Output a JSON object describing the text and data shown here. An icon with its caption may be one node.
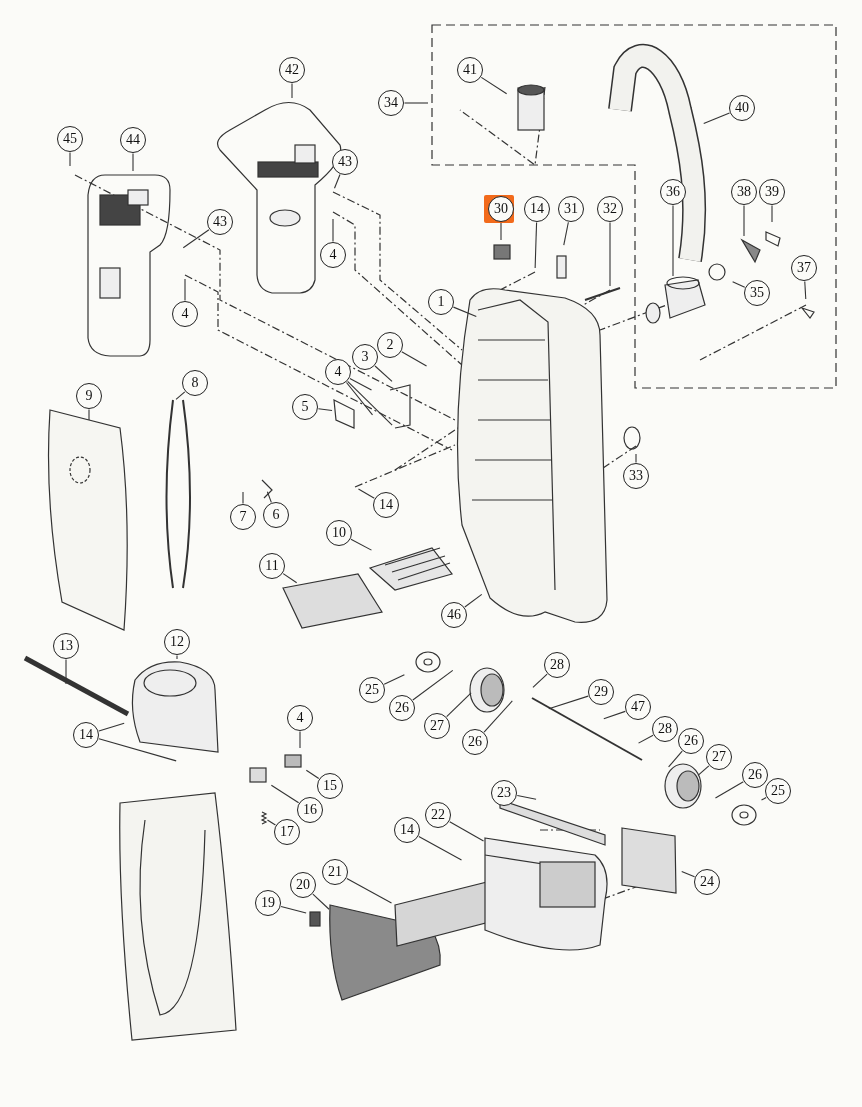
{
  "diagram": {
    "nodes": [
      {
        "text": [
          "45"
        ]
      },
      {
        "text": [
          "44"
        ]
      },
      {
        "text": [
          "43"
        ]
      },
      {
        "text": [
          "4"
        ]
      },
      {
        "text": [
          "42"
        ]
      },
      {
        "text": [
          "43"
        ]
      },
      {
        "text": [
          "4"
        ]
      },
      {
        "text": [
          "34"
        ]
      },
      {
        "text": [
          "41"
        ]
      },
      {
        "text": [
          "40"
        ]
      },
      {
        "text": [
          "30"
        ]
      },
      {
        "text": [
          "14"
        ]
      },
      {
        "text": [
          "31"
        ]
      },
      {
        "text": [
          "32"
        ]
      },
      {
        "text": [
          "36"
        ]
      },
      {
        "text": [
          "38"
        ]
      },
      {
        "text": [
          "39"
        ]
      },
      {
        "text": [
          "37"
        ]
      },
      {
        "text": [
          "35"
        ]
      },
      {
        "text": [
          "1"
        ]
      },
      {
        "text": [
          "2"
        ]
      },
      {
        "text": [
          "3"
        ]
      },
      {
        "text": [
          "4"
        ]
      },
      {
        "text": [
          "5"
        ]
      },
      {
        "text": [
          "9"
        ]
      },
      {
        "text": [
          "8"
        ]
      },
      {
        "text": [
          "7"
        ]
      },
      {
        "text": [
          "6"
        ]
      },
      {
        "text": [
          "14"
        ]
      },
      {
        "text": [
          "33"
        ]
      },
      {
        "text": [
          "10"
        ]
      },
      {
        "text": [
          "11"
        ]
      },
      {
        "text": [
          "46"
        ]
      },
      {
        "text": [
          "13"
        ]
      },
      {
        "text": [
          "12"
        ]
      },
      {
        "text": [
          "14"
        ]
      },
      {
        "text": [
          "4"
        ]
      },
      {
        "text": [
          "15"
        ]
      },
      {
        "text": [
          "16"
        ]
      },
      {
        "text": [
          "17"
        ]
      },
      {
        "text": [
          "25"
        ]
      },
      {
        "text": [
          "26"
        ]
      },
      {
        "text": [
          "27"
        ]
      },
      {
        "text": [
          "26"
        ]
      },
      {
        "text": [
          "28"
        ]
      },
      {
        "text": [
          "29"
        ]
      },
      {
        "text": [
          "47"
        ]
      },
      {
        "text": [
          "28"
        ]
      },
      {
        "text": [
          "26"
        ]
      },
      {
        "text": [
          "27"
        ]
      },
      {
        "text": [
          "26"
        ]
      },
      {
        "text": [
          "25"
        ]
      },
      {
        "text": [
          "23"
        ]
      },
      {
        "text": [
          "22"
        ]
      },
      {
        "text": [
          "14"
        ]
      },
      {
        "text": [
          "24"
        ]
      },
      {
        "text": [
          "21"
        ]
      },
      {
        "text": [
          "20"
        ]
      },
      {
        "text": [
          "19"
        ]
      }
    ],
    "edges": [
      {
        "from": 0,
        "to": null,
        "arrow": "none"
      },
      {
        "from": 1,
        "to": null,
        "arrow": "none"
      },
      {
        "from": 2,
        "to": null,
        "arrow": "none"
      },
      {
        "from": 3,
        "to": null,
        "arrow": "none"
      },
      {
        "from": 4,
        "to": null,
        "arrow": "none"
      },
      {
        "from": 5,
        "to": null,
        "arrow": "none"
      },
      {
        "from": 6,
        "to": null,
        "arrow": "none"
      },
      {
        "from": 7,
        "to": null,
        "arrow": "none"
      },
      {
        "from": 8,
        "to": null,
        "arrow": "none"
      },
      {
        "from": 9,
        "to": null,
        "arrow": "none"
      },
      {
        "from": 10,
        "to": null,
        "arrow": "none"
      },
      {
        "from": 11,
        "to": null,
        "arrow": "none"
      },
      {
        "from": 12,
        "to": null,
        "arrow": "none"
      },
      {
        "from": 13,
        "to": null,
        "arrow": "none"
      },
      {
        "from": 14,
        "to": null,
        "arrow": "none"
      },
      {
        "from": 15,
        "to": null,
        "arrow": "none"
      },
      {
        "from": 16,
        "to": null,
        "arrow": "none"
      },
      {
        "from": 17,
        "to": null,
        "arrow": "none"
      },
      {
        "from": 18,
        "to": null,
        "arrow": "none"
      },
      {
        "from": 19,
        "to": null,
        "arrow": "none"
      },
      {
        "from": 20,
        "to": null,
        "arrow": "none"
      },
      {
        "from": 21,
        "to": null,
        "arrow": "none"
      },
      {
        "from": 22,
        "to": null,
        "arrow": "none"
      },
      {
        "from": 22,
        "to": null,
        "arrow": "none"
      },
      {
        "from": 22,
        "to": null,
        "arrow": "none"
      },
      {
        "from": 23,
        "to": null,
        "arrow": "none"
      },
      {
        "from": 24,
        "to": null,
        "arrow": "none"
      },
      {
        "from": 25,
        "to": null,
        "arrow": "none"
      },
      {
        "from": 26,
        "to": null,
        "arrow": "none"
      },
      {
        "from": 27,
        "to": null,
        "arrow": "none"
      },
      {
        "from": 28,
        "to": null,
        "arrow": "none"
      },
      {
        "from": 29,
        "to": null,
        "arrow": "none"
      },
      {
        "from": 30,
        "to": null,
        "arrow": "none"
      },
      {
        "from": 31,
        "to": null,
        "arrow": "none"
      },
      {
        "from": 32,
        "to": null,
        "arrow": "none"
      },
      {
        "from": 33,
        "to": null,
        "arrow": "none"
      },
      {
        "from": 34,
        "to": null,
        "arrow": "none"
      },
      {
        "from": 35,
        "to": null,
        "arrow": "none"
      },
      {
        "from": 35,
        "to": null,
        "arrow": "none"
      },
      {
        "from": 36,
        "to": null,
        "arrow": "none"
      },
      {
        "from": 37,
        "to": null,
        "arrow": "none"
      },
      {
        "from": 38,
        "to": null,
        "arrow": "none"
      },
      {
        "from": 39,
        "to": null,
        "arrow": "none"
      },
      {
        "from": 40,
        "to": null,
        "arrow": "none"
      },
      {
        "from": 41,
        "to": null,
        "arrow": "none"
      },
      {
        "from": 42,
        "to": null,
        "arrow": "none"
      },
      {
        "from": 43,
        "to": null,
        "arrow": "none"
      },
      {
        "from": 44,
        "to": null,
        "arrow": "none"
      },
      {
        "from": 45,
        "to": null,
        "arrow": "none"
      },
      {
        "from": 46,
        "to": null,
        "arrow": "none"
      },
      {
        "from": 47,
        "to": null,
        "arrow": "none"
      },
      {
        "from": 48,
        "to": null,
        "arrow": "none"
      },
      {
        "from": 49,
        "to": null,
        "arrow": "none"
      },
      {
        "from": 50,
        "to": null,
        "arrow": "none"
      },
      {
        "from": 51,
        "to": null,
        "arrow": "none"
      },
      {
        "from": 52,
        "to": null,
        "arrow": "none"
      },
      {
        "from": 53,
        "to": null,
        "arrow": "none"
      },
      {
        "from": 54,
        "to": null,
        "arrow": "none"
      },
      {
        "from": 55,
        "to": null,
        "arrow": "none"
      },
      {
        "from": 56,
        "to": null,
        "arrow": "none"
      },
      {
        "from": 57,
        "to": null,
        "arrow": "none"
      },
      {
        "from": 58,
        "to": null,
        "arrow": "none"
      }
    ]
  }
}
